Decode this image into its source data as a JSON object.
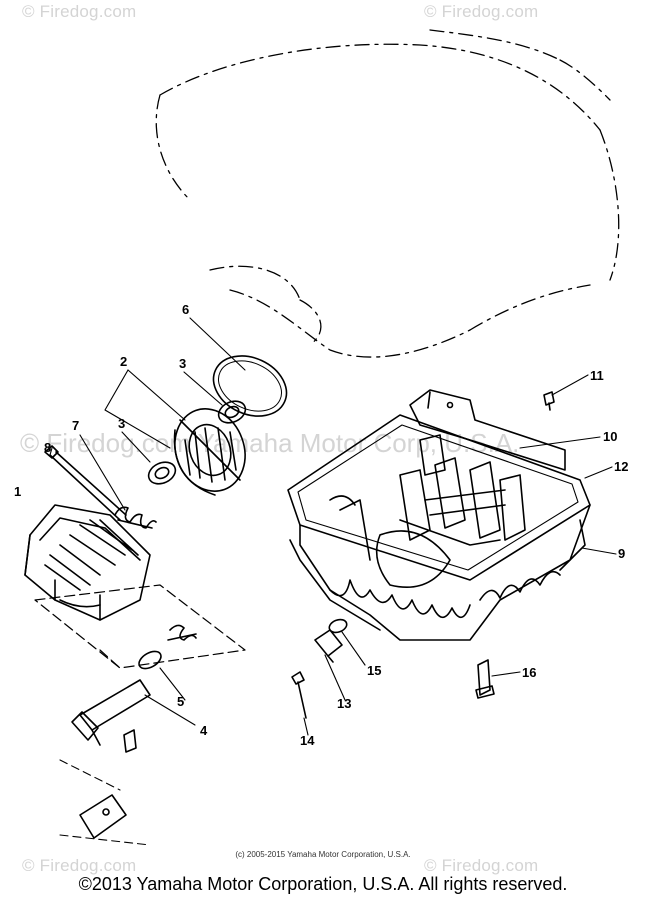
{
  "watermarks": {
    "top_left": "© Firedog.com",
    "top_right": "© Firedog.com",
    "bottom_left": "© Firedog.com",
    "bottom_right": "© Firedog.com",
    "center": "© Firedog.com Yamaha Motor Corp, U.S.A."
  },
  "callouts": {
    "p1": "1",
    "p2": "2",
    "p3a": "3",
    "p3b": "3",
    "p4": "4",
    "p5": "5",
    "p6": "6",
    "p7": "7",
    "p8": "8",
    "p9": "9",
    "p10": "10",
    "p11": "11",
    "p12": "12",
    "p13": "13",
    "p14": "14",
    "p15": "15",
    "p16": "16"
  },
  "small_copyright": "(c) 2005-2015 Yamaha Motor Corporation, U.S.A.",
  "footer": "©2013 Yamaha Motor Corporation, U.S.A. All rights reserved."
}
